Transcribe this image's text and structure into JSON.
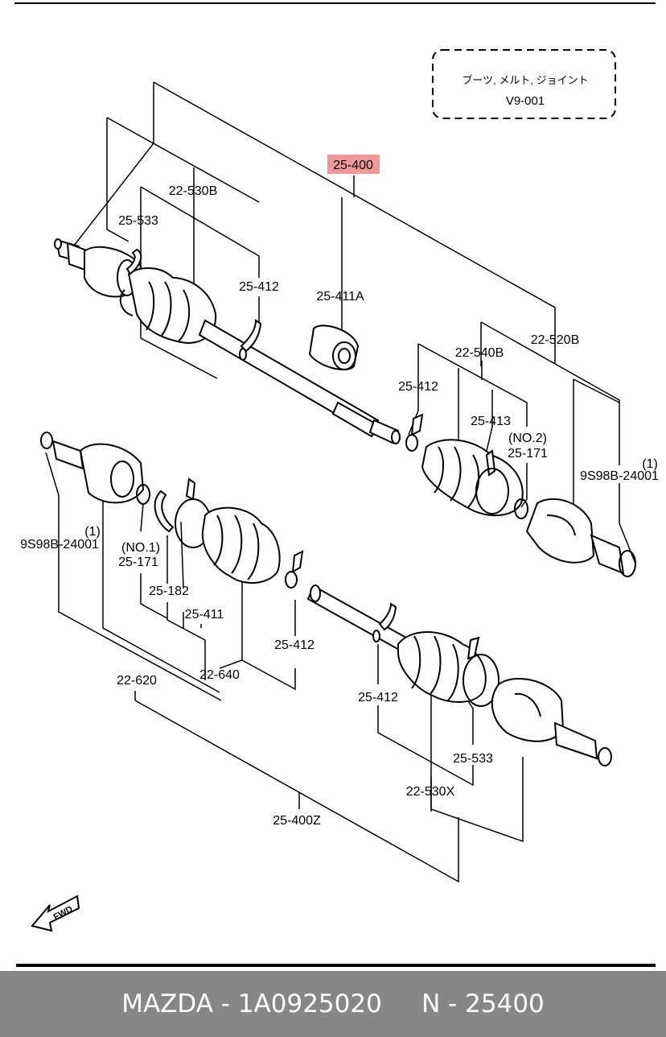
{
  "note": {
    "line1": "ブーツ, メルト, ジョイント",
    "line2": "V9-001"
  },
  "highlight_color": "#f29898",
  "footer": {
    "text": "MAZDA - 1A0925020     N - 25400"
  },
  "fwd_label": "FWD",
  "labels": {
    "p25_400": "25-400",
    "p22_530B": "22-530B",
    "p25_533_top": "25-533",
    "p25_412_a": "25-412",
    "p25_411A": "25-411A",
    "p22_520B": "22-520B",
    "p22_540B": "22-540B",
    "p25_412_b": "25-412",
    "p25_413": "25-413",
    "p_no2": "(NO.2)",
    "p25_171_r": "25-171",
    "p_one_r": "(1)",
    "p9S98B_r": "9S98B-24001",
    "p_one_l": "(1)",
    "p9S98B_l": "9S98B-24001",
    "p_no1": "(NO.1)",
    "p25_171_l": "25-171",
    "p25_182": "25-182",
    "p25_411": "25-411",
    "p25_412_c": "25-412",
    "p22_620": "22-620",
    "p22_640": "22-640",
    "p25_412_d": "25-412",
    "p25_533_bot": "25-533",
    "p22_530X": "22-530X",
    "p25_400Z": "25-400Z"
  }
}
